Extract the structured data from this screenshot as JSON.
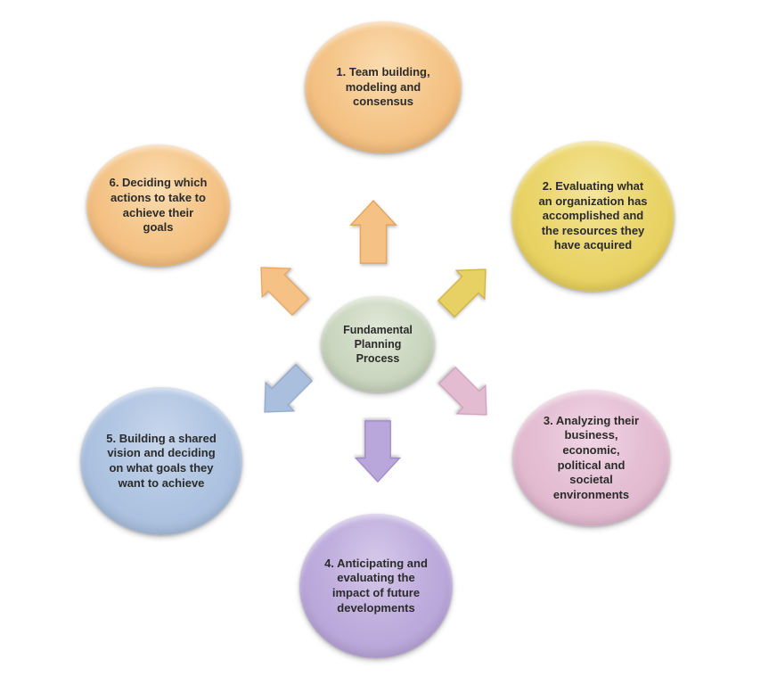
{
  "diagram": {
    "type": "radial-cycle-smartart",
    "background_color": "#ffffff",
    "text_color": "#2b2b2b",
    "center": {
      "label": "Fundamental\nPlanning\nProcess",
      "fill": "#c6d3bb"
    },
    "steps": [
      {
        "number": 1,
        "label": "1. Team building,\nmodeling and\nconsensus",
        "color": "#f2bd7d",
        "position": "top",
        "arrow_direction": "up",
        "arrow_color": "#f5c185"
      },
      {
        "number": 2,
        "label": "2. Evaluating what\nan organization has\naccomplished and\nthe resources they\nhave acquired",
        "color": "#e7d05f",
        "position": "upper-right",
        "arrow_direction": "up-right",
        "arrow_color": "#e8d164"
      },
      {
        "number": 3,
        "label": "3. Analyzing their\nbusiness,\neconomic,\npolitical and\nsocietal\nenvironments",
        "color": "#e1b8ce",
        "position": "lower-right",
        "arrow_direction": "down-right",
        "arrow_color": "#e3bcd1"
      },
      {
        "number": 4,
        "label": "4. Anticipating and\nevaluating the\nimpact of future\ndevelopments",
        "color": "#b9a5d9",
        "position": "bottom",
        "arrow_direction": "down",
        "arrow_color": "#b9a6da"
      },
      {
        "number": 5,
        "label": "5. Building a shared\nvision and deciding\non what goals they\nwant to achieve",
        "color": "#a9bfde",
        "position": "lower-left",
        "arrow_direction": "down-left",
        "arrow_color": "#aabfde"
      },
      {
        "number": 6,
        "label": "6. Deciding which\nactions to take to\nachieve their\ngoals",
        "color": "#f2bd7d",
        "position": "upper-left",
        "arrow_direction": "up-left",
        "arrow_color": "#f5c185"
      }
    ]
  }
}
